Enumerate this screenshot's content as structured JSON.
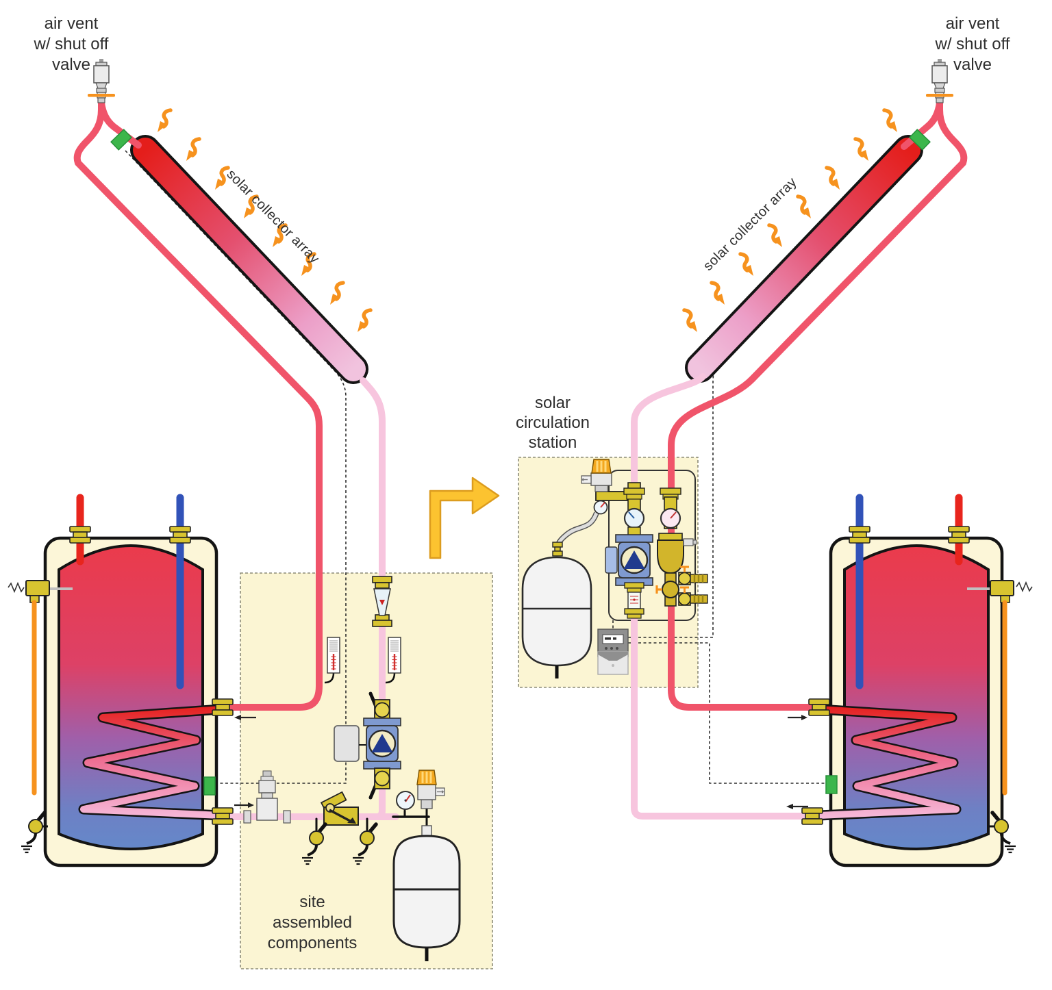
{
  "page": {
    "title": "solar water heating system piping diagram",
    "background": "#ffffff"
  },
  "labels": {
    "air_vent_left": "air vent\nw/ shut off\nvalve",
    "air_vent_right": "air vent\nw/ shut off\nvalve",
    "collector_left": "solar collector array",
    "collector_right": "solar collector array",
    "circulation_station": "solar\ncirculation\nstation",
    "site_assembled": "site\nassembled\ncomponents"
  },
  "theme": {
    "panel_fill": "#fbf5d3",
    "pipe_hot": "#f0546a",
    "pipe_cool": "#f7c5de",
    "collector_red": "#e41e1b",
    "collector_pink": "#f1c3de",
    "tank_shell": "#fcf6d8",
    "tank_gradient_top": "#ea3b4c",
    "tank_gradient_bottom": "#6389ca",
    "brass": "#d8c430",
    "orange": "#f6921e",
    "sensor_green": "#3cb64b",
    "pump_blue": "#7f9ad0",
    "pump_triangle": "#203a8e",
    "cold_blue": "#3152b8",
    "arrow_yellow": "#fcc330"
  }
}
